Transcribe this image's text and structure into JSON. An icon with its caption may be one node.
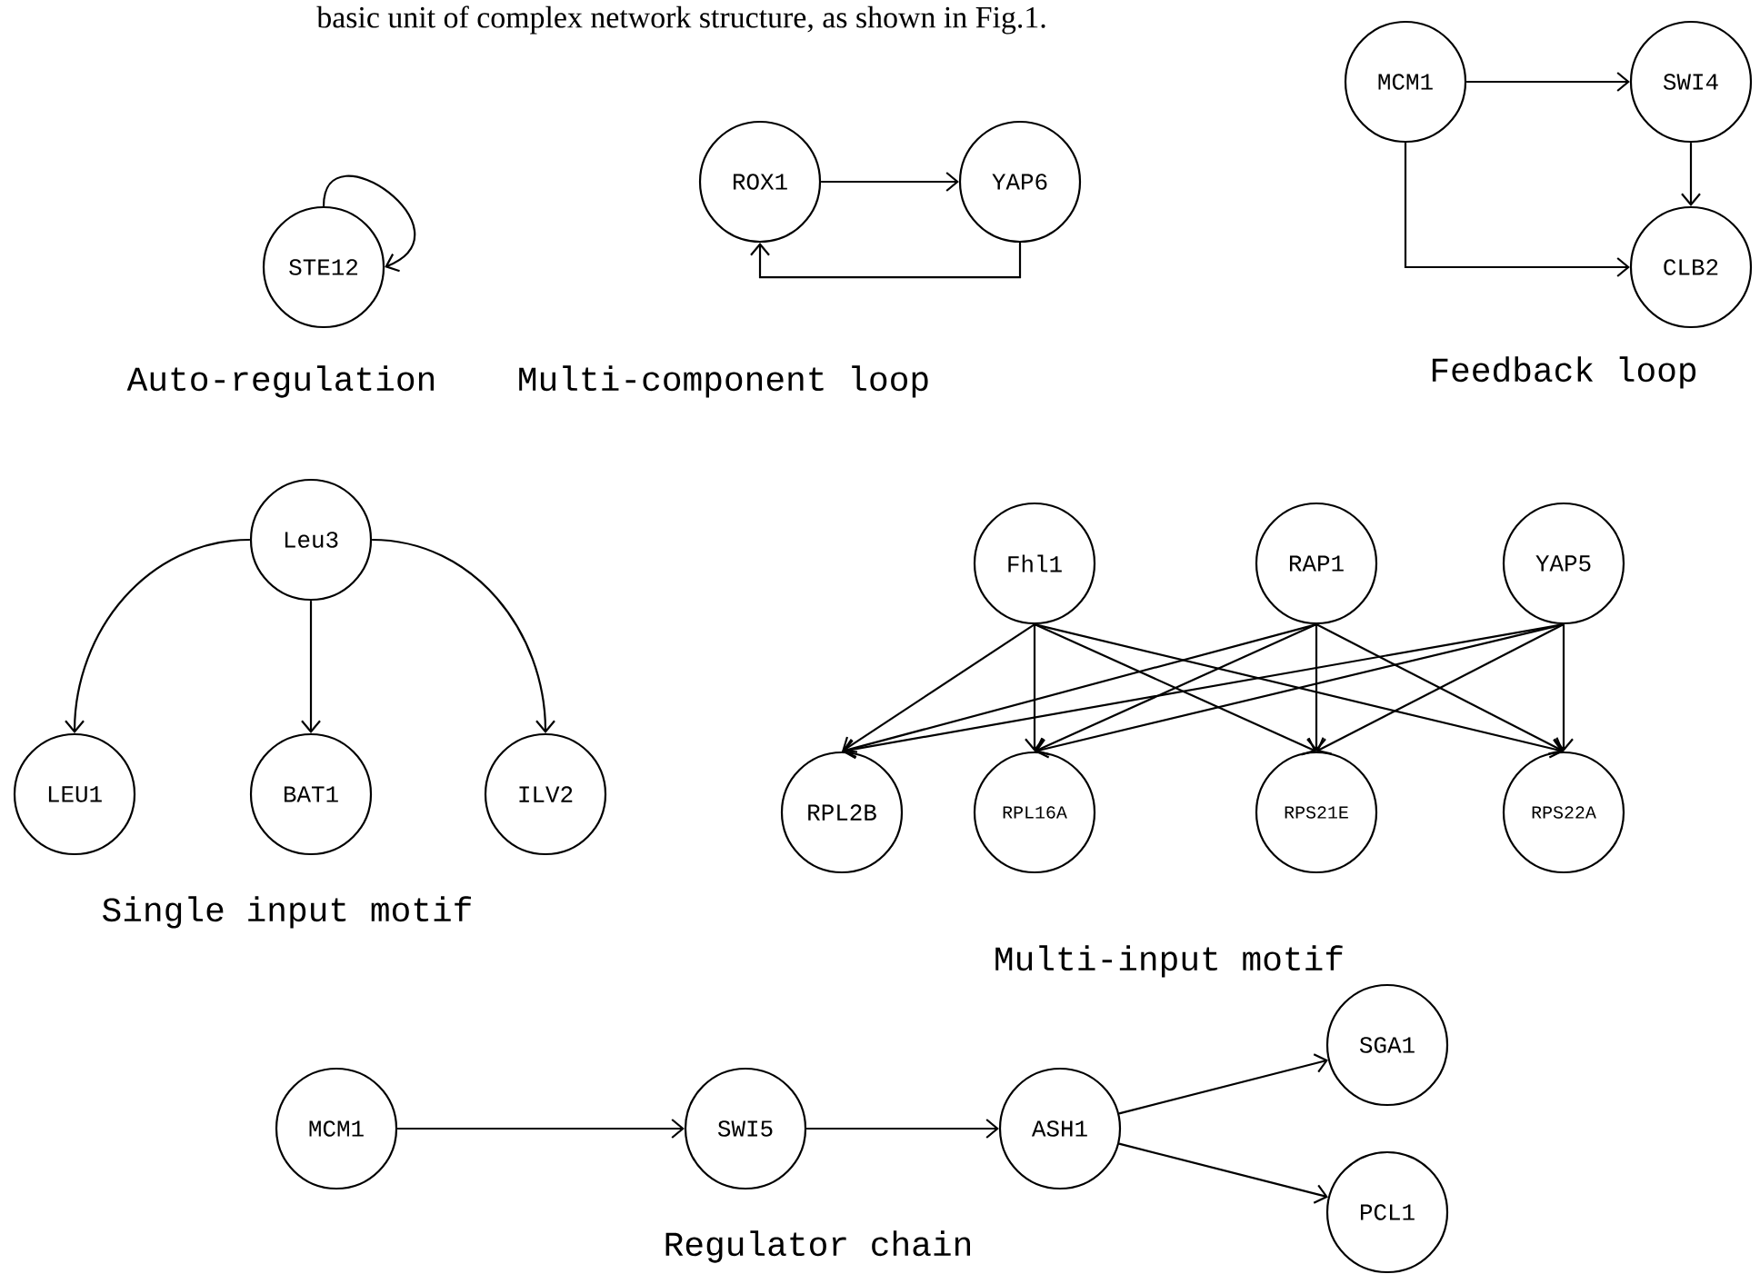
{
  "diagram": {
    "nodes": [
      {
        "text": [
          "STE12"
        ]
      },
      {
        "text": [
          "ROX1"
        ]
      },
      {
        "text": [
          "YAP6"
        ]
      },
      {
        "text": [
          "MCM1"
        ]
      },
      {
        "text": [
          "SWI4"
        ]
      },
      {
        "text": [
          "CLB2"
        ]
      },
      {
        "text": [
          "Leu3"
        ]
      },
      {
        "text": [
          "LEU1"
        ]
      },
      {
        "text": [
          "BAT1"
        ]
      },
      {
        "text": [
          "ILV2"
        ]
      },
      {
        "text": [
          "Fhl1"
        ]
      },
      {
        "text": [
          "RAP1"
        ]
      },
      {
        "text": [
          "YAP5"
        ]
      },
      {
        "text": [
          "RPL2B"
        ]
      },
      {
        "text": [
          "RPL16A"
        ]
      },
      {
        "text": [
          "RPS21E"
        ]
      },
      {
        "text": [
          "RPS22A"
        ]
      },
      {
        "text": [
          "MCM1"
        ]
      },
      {
        "text": [
          "SWI5"
        ]
      },
      {
        "text": [
          "ASH1"
        ]
      },
      {
        "text": [
          "SGA1"
        ]
      },
      {
        "text": [
          "PCL1"
        ]
      }
    ],
    "edges": [
      {
        "from": 0,
        "to": 0,
        "arrow": "to"
      },
      {
        "from": 1,
        "to": 2,
        "arrow": "to"
      },
      {
        "from": 2,
        "to": 1,
        "arrow": "to"
      },
      {
        "from": 3,
        "to": 4,
        "arrow": "to"
      },
      {
        "from": 4,
        "to": 5,
        "arrow": "to"
      },
      {
        "from": 3,
        "to": 5,
        "arrow": "to"
      },
      {
        "from": 6,
        "to": 7,
        "arrow": "to"
      },
      {
        "from": 6,
        "to": 8,
        "arrow": "to"
      },
      {
        "from": 6,
        "to": 9,
        "arrow": "to"
      },
      {
        "from": 10,
        "to": 13,
        "arrow": "to"
      },
      {
        "from": 10,
        "to": 14,
        "arrow": "to"
      },
      {
        "from": 10,
        "to": 15,
        "arrow": "to"
      },
      {
        "from": 10,
        "to": 16,
        "arrow": "to"
      },
      {
        "from": 11,
        "to": 13,
        "arrow": "to"
      },
      {
        "from": 11,
        "to": 14,
        "arrow": "to"
      },
      {
        "from": 11,
        "to": 15,
        "arrow": "to"
      },
      {
        "from": 11,
        "to": 16,
        "arrow": "to"
      },
      {
        "from": 12,
        "to": 13,
        "arrow": "to"
      },
      {
        "from": 12,
        "to": 14,
        "arrow": "to"
      },
      {
        "from": 12,
        "to": 15,
        "arrow": "to"
      },
      {
        "from": 12,
        "to": 16,
        "arrow": "to"
      },
      {
        "from": 17,
        "to": 18,
        "arrow": "to"
      },
      {
        "from": 18,
        "to": 19,
        "arrow": "to"
      },
      {
        "from": 19,
        "to": 20,
        "arrow": "to"
      },
      {
        "from": 19,
        "to": 21,
        "arrow": "to"
      }
    ],
    "labels": [
      "basic unit of complex network structure, as shown in Fig.1.",
      "Auto-regulation",
      "Multi-component loop",
      "Feedback loop",
      "Single input motif",
      "Multi-input motif",
      "Regulator chain"
    ]
  }
}
